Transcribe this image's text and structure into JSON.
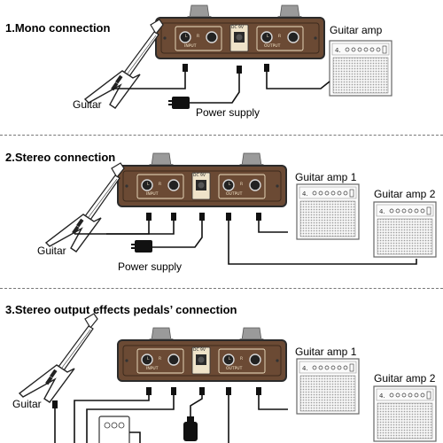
{
  "sections": [
    {
      "title": "1.Mono connection",
      "guitar_label": "Guitar",
      "power_label": "Power supply",
      "amps": [
        "Guitar amp"
      ]
    },
    {
      "title": "2.Stereo connection",
      "guitar_label": "Guitar",
      "power_label": "Power supply",
      "amps": [
        "Guitar amp 1",
        "Guitar amp 2"
      ]
    },
    {
      "title": "3.Stereo output effects pedals’ connection",
      "guitar_label": "Guitar",
      "amps": [
        "Guitar amp 1",
        "Guitar amp 2"
      ]
    }
  ],
  "pedal_panel": {
    "input_label": "INPUT",
    "output_label": "OUTPUT",
    "power_jack_label": "DC 9V",
    "channel_l": "L",
    "channel_r": "R"
  },
  "colors": {
    "pedal_body": "#6b4a34",
    "pedal_frame": "#2b2b2b",
    "footswitch": "#9a9a9a",
    "cable": "#111111",
    "amp_grille": "#bdbdbd"
  }
}
